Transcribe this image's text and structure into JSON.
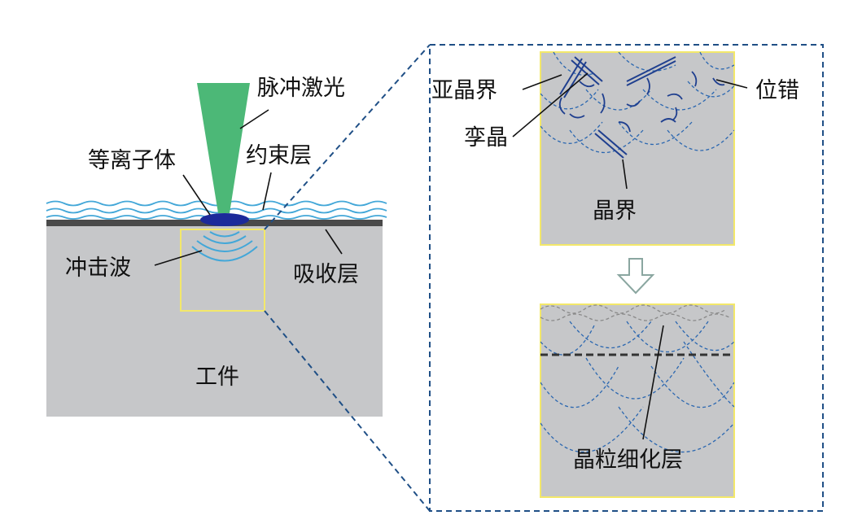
{
  "labels": {
    "pulsed_laser": "脉冲激光",
    "plasma": "等离子体",
    "constraint_layer": "约束层",
    "shock_wave": "冲击波",
    "absorption_layer": "吸收层",
    "workpiece": "工件",
    "subgrain_boundary": "亚晶界",
    "twin": "孪晶",
    "dislocation": "位错",
    "grain_boundary": "晶界",
    "grain_refined_layer": "晶粒细化层"
  },
  "colors": {
    "laser": "#4cb877",
    "plasma": "#1c2a9a",
    "water": "#43a7d8",
    "absorption_layer": "#4a4a4a",
    "workpiece": "#c6c7c9",
    "highlight_box": "#f3e86a",
    "dashed_frame": "#1f4f86",
    "grain_lines": "#2b67b0"
  },
  "icons": {
    "transition_arrow": "hollow-down-arrow-icon"
  }
}
